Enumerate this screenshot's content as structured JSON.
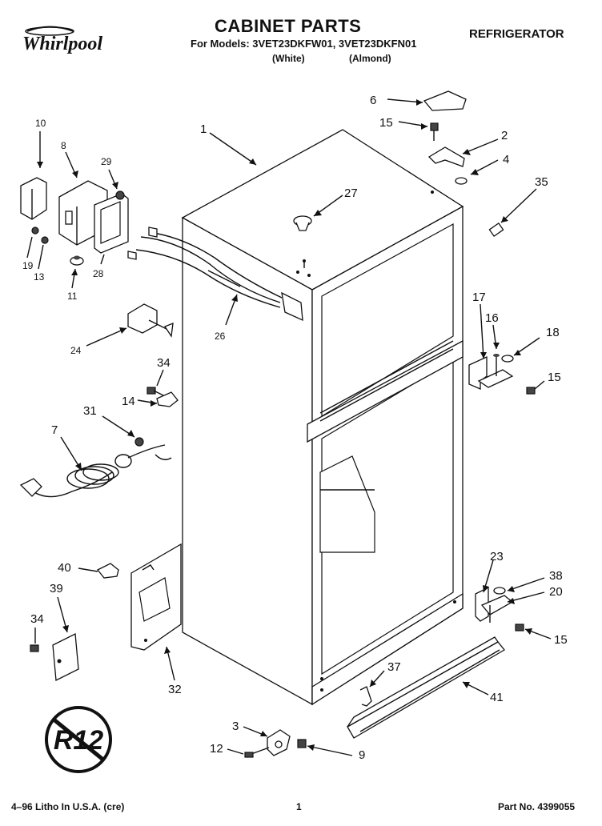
{
  "header": {
    "title": "CABINET PARTS",
    "models": "For Models: 3VET23DKFW01, 3VET23DKFN01",
    "color_white": "(White)",
    "color_almond": "(Almond)",
    "category": "REFRIGERATOR",
    "brand": "Whirlpool"
  },
  "callouts": {
    "c1": "1",
    "c2": "2",
    "c3": "3",
    "c4": "4",
    "c6": "6",
    "c7": "7",
    "c8": "8",
    "c9": "9",
    "c10": "10",
    "c11": "11",
    "c12": "12",
    "c13": "13",
    "c14": "14",
    "c15a": "15",
    "c15b": "15",
    "c15c": "15",
    "c16": "16",
    "c17": "17",
    "c18": "18",
    "c19": "19",
    "c20": "20",
    "c23": "23",
    "c24": "24",
    "c26": "26",
    "c27": "27",
    "c28": "28",
    "c29": "29",
    "c31": "31",
    "c32": "32",
    "c34a": "34",
    "c34b": "34",
    "c35": "35",
    "c37": "37",
    "c38": "38",
    "c39": "39",
    "c40": "40",
    "c41": "41"
  },
  "stamp": {
    "text": "R12"
  },
  "footer": {
    "print": "4–96 Litho In U.S.A. (cre)",
    "page": "1",
    "part_no": "Part No. 4399055"
  }
}
